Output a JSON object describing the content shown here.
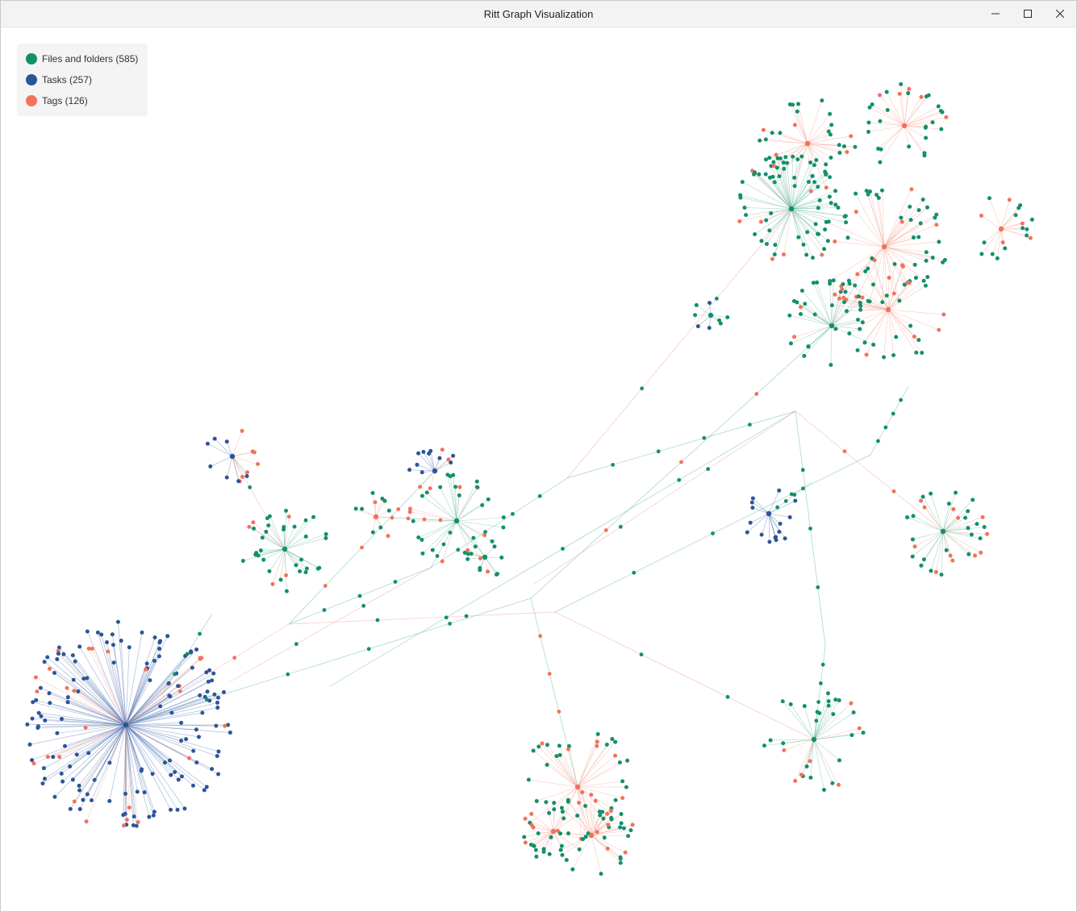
{
  "window": {
    "title": "Ritt Graph Visualization"
  },
  "legend": {
    "items": [
      {
        "label": "Files and folders (585)",
        "color": "#12906b"
      },
      {
        "label": "Tasks (257)",
        "color": "#2c5597"
      },
      {
        "label": "Tags (126)",
        "color": "#f2725c"
      }
    ]
  },
  "colors": {
    "files": "#12906b",
    "tasks": "#2c5597",
    "tags": "#f2725c",
    "edge_files": "#5fb89c",
    "edge_tasks": "#4a72b5",
    "edge_tags": "#f3a090"
  }
}
